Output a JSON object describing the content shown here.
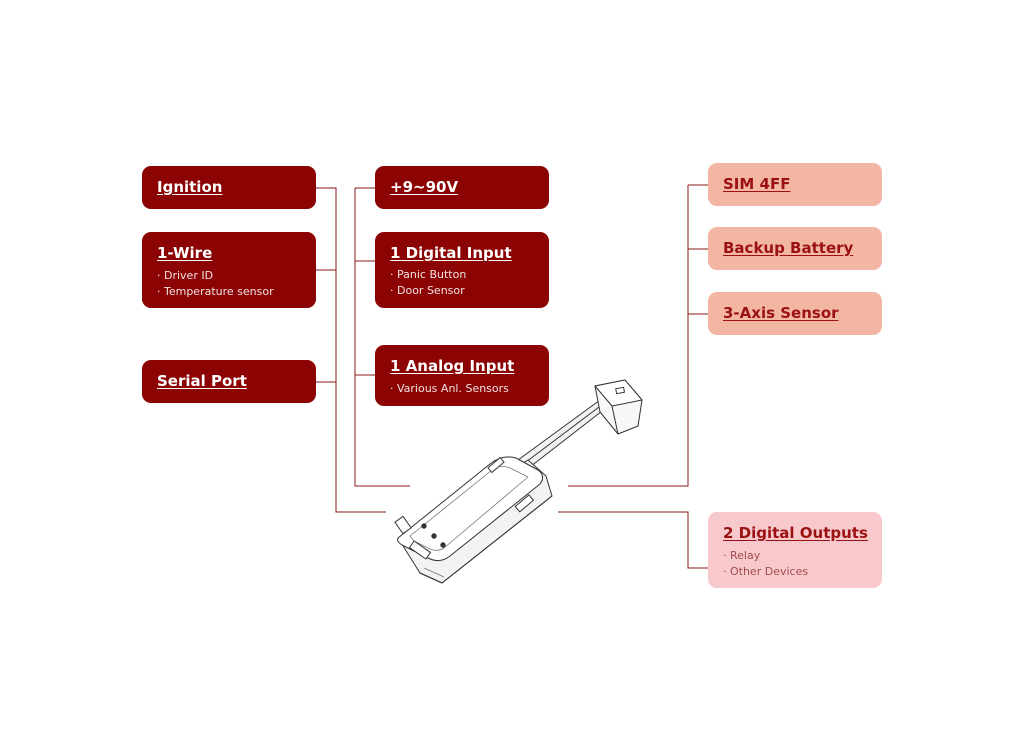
{
  "diagram": {
    "left_column": [
      {
        "title": "Ignition",
        "items": []
      },
      {
        "title": "1-Wire",
        "items": [
          "· Driver ID",
          "· Temperature sensor"
        ]
      },
      {
        "title": "Serial Port",
        "items": []
      }
    ],
    "middle_column": [
      {
        "title": "+9~90V",
        "items": []
      },
      {
        "title": "1 Digital Input",
        "items": [
          "· Panic Button",
          "· Door Sensor"
        ]
      },
      {
        "title": "1 Analog Input",
        "items": [
          "· Various Anl. Sensors"
        ]
      }
    ],
    "right_column": [
      {
        "title": "SIM 4FF",
        "items": []
      },
      {
        "title": "Backup Battery",
        "items": []
      },
      {
        "title": "3-Axis Sensor",
        "items": []
      }
    ],
    "outputs": {
      "title": "2 Digital Outputs",
      "items": [
        "· Relay",
        "· Other Devices"
      ]
    }
  },
  "colors": {
    "dark_card": "#8b0303",
    "light_card": "#f3b6a3",
    "pink_card": "#f8c9cc",
    "connector": "#8b1a1a"
  },
  "icons": {
    "device": "gps-tracker-device-icon"
  }
}
